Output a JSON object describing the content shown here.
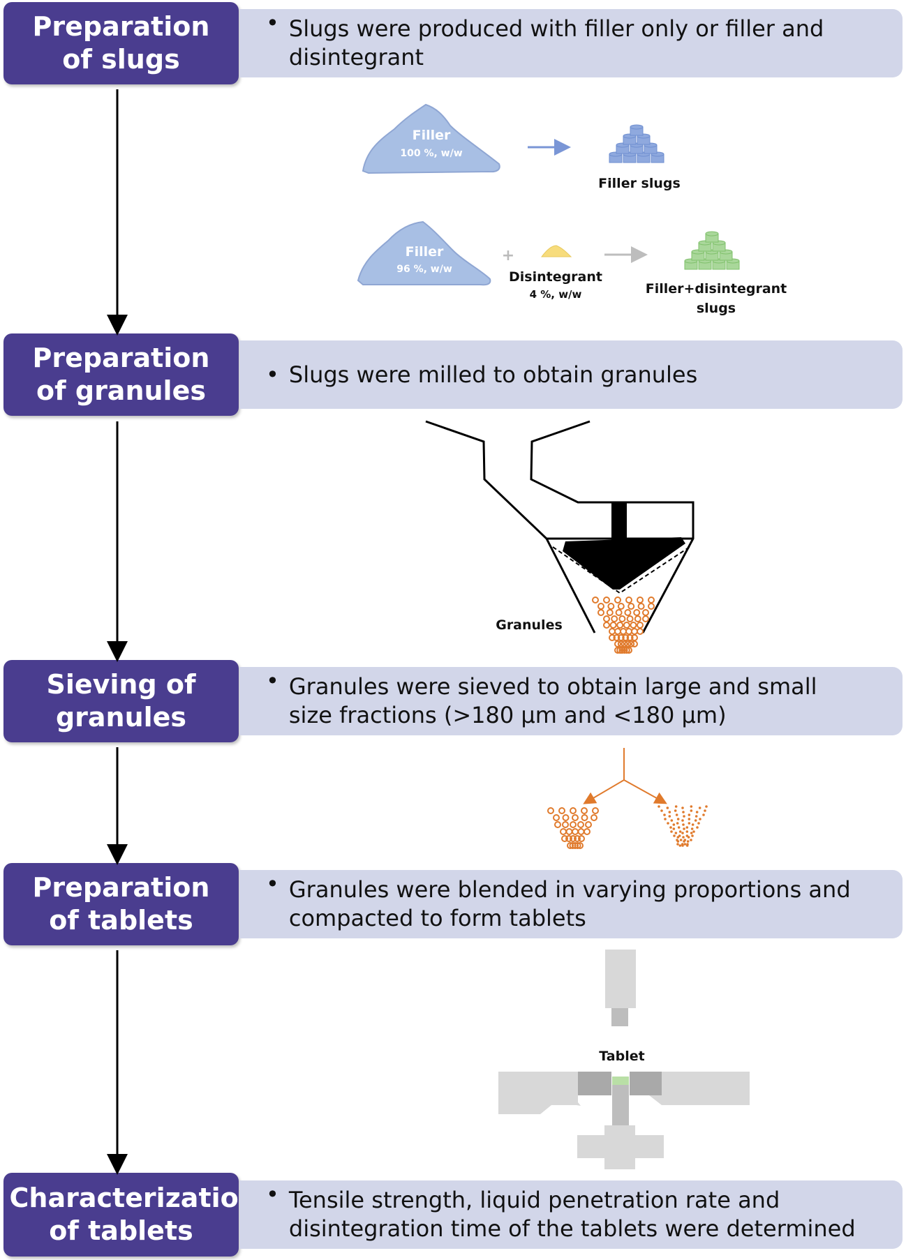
{
  "steps": [
    {
      "title": "Preparation of slugs",
      "description": "Slugs were produced with filler only or filler and disintegrant"
    },
    {
      "title": "Preparation of granules",
      "description": "Slugs were milled to obtain granules"
    },
    {
      "title": "Sieving of granules",
      "description": "Granules were sieved to obtain large and small size fractions (>180 µm and <180 µm)"
    },
    {
      "title": "Preparation of tablets",
      "description": "Granules were blended in varying proportions and compacted to form tablets"
    },
    {
      "title": "Characterization of tablets",
      "description": "Tensile strength, liquid penetration rate and disintegration time of the tablets were determined"
    }
  ],
  "slug_illustration": {
    "filler_label": "Filler",
    "filler_100": "100 %, w/w",
    "filler_96": "96 %, w/w",
    "plus": "+",
    "disintegrant_label": "Disintegrant",
    "disintegrant_pct": "4 %, w/w",
    "filler_slugs_label": "Filler slugs",
    "combo_slugs_line1": "Filler+disintegrant",
    "combo_slugs_line2": "slugs"
  },
  "mill_illustration": {
    "granules_label": "Granules"
  },
  "press_illustration": {
    "tablet_label": "Tablet"
  },
  "colors": {
    "step_box": "#4a3d8f",
    "desc_box": "#d2d6e9",
    "filler_powder": "#a8bfe4",
    "filler_slug": "#8fa9de",
    "combo_slug": "#a9d79a",
    "disintegrant": "#f7dc7c",
    "granule": "#e07a2c",
    "press": "#d8d8d8"
  }
}
